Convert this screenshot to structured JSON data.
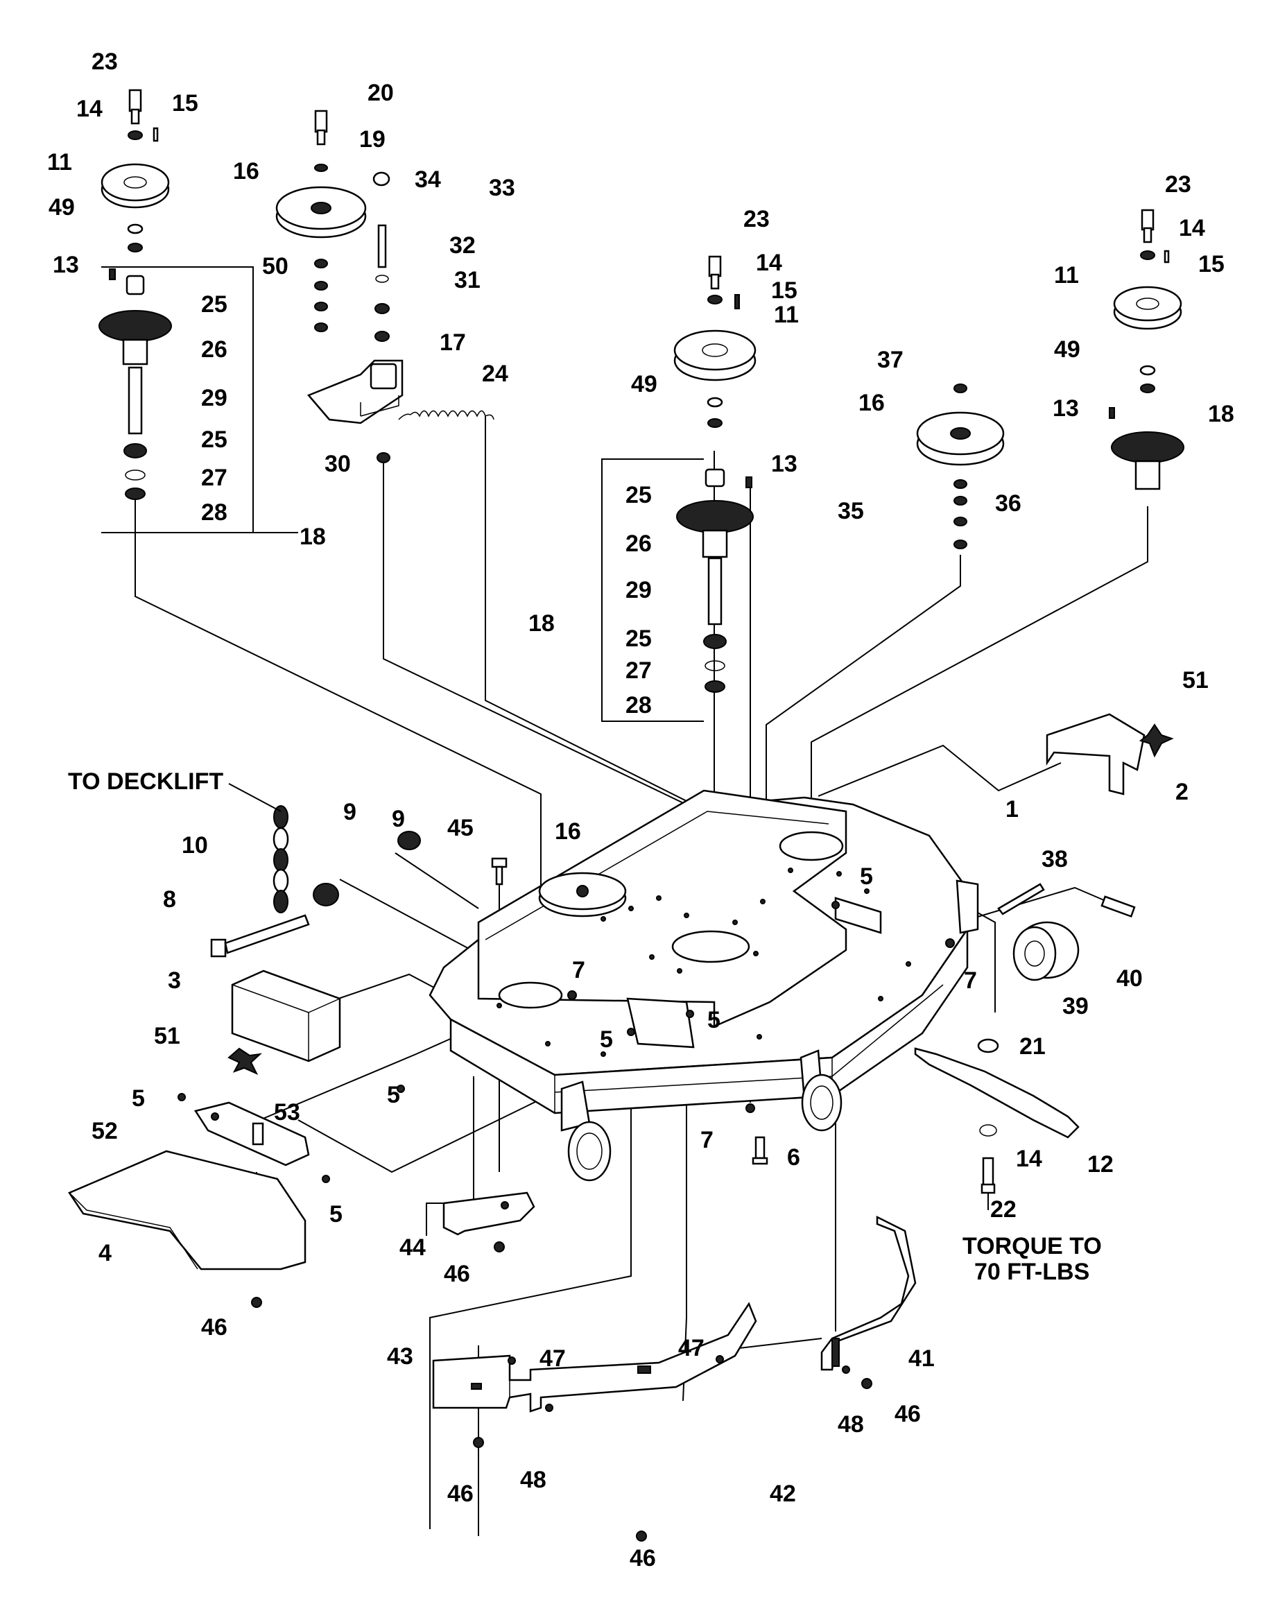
{
  "notes": {
    "to_decklift": "TO DECKLIFT",
    "torque_line1": "TORQUE TO",
    "torque_line2": "70 FT-LBS"
  },
  "callouts": [
    "23",
    "14",
    "15",
    "11",
    "49",
    "13",
    "25",
    "26",
    "29",
    "25",
    "27",
    "28",
    "18",
    "20",
    "19",
    "16",
    "34",
    "33",
    "32",
    "31",
    "50",
    "17",
    "24",
    "30",
    "23",
    "14",
    "15",
    "11",
    "49",
    "13",
    "25",
    "26",
    "29",
    "25",
    "27",
    "28",
    "18",
    "37",
    "16",
    "36",
    "35",
    "23",
    "14",
    "15",
    "11",
    "49",
    "13",
    "18",
    "51",
    "2",
    "1",
    "38",
    "5",
    "7",
    "39",
    "40",
    "21",
    "12",
    "14",
    "22",
    "9",
    "9",
    "45",
    "16",
    "10",
    "8",
    "3",
    "51",
    "7",
    "5",
    "5",
    "5",
    "5",
    "52",
    "53",
    "5",
    "4",
    "46",
    "44",
    "46",
    "7",
    "6",
    "43",
    "47",
    "46",
    "48",
    "42",
    "46",
    "47",
    "41",
    "46",
    "48"
  ]
}
